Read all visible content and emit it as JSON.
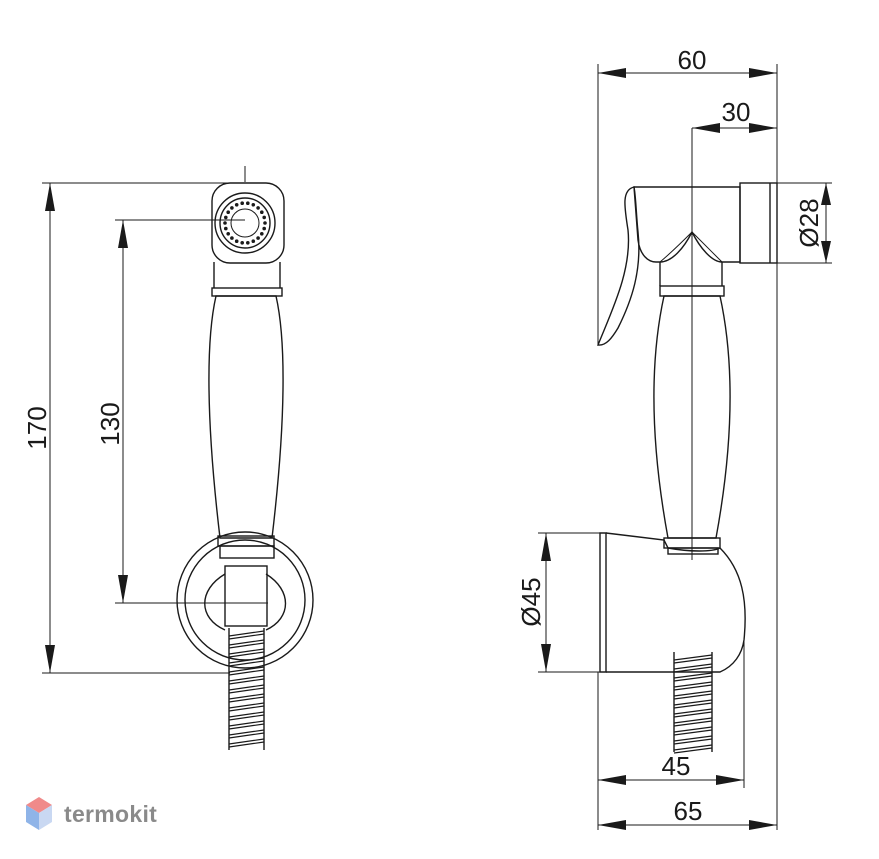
{
  "dimensions": {
    "front_total_height": "170",
    "front_spray_to_holder": "130",
    "side_total_depth": "60",
    "side_head_offset": "30",
    "side_head_diameter": "Ø28",
    "side_holder_diameter": "Ø45",
    "side_holder_depth": "45",
    "side_base_depth": "65"
  },
  "brand": {
    "name": "termokit"
  },
  "colors": {
    "line": "#1a1a1a",
    "brand_text": "#8a8a8a",
    "logo_top": "#f08a8a",
    "logo_left": "#8fb4e8",
    "logo_right": "#c9d8f2"
  }
}
